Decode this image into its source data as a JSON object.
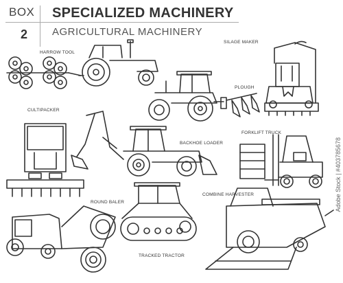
{
  "header": {
    "box_label": "BOX",
    "box_number": "2",
    "title": "SPECIALIZED MACHINERY",
    "subtitle": "AGRICULTURAL MACHINERY"
  },
  "labels": {
    "harrow_tool": "HARROW TOOL",
    "silage_maker": "SILAGE MAKER",
    "plough": "PLOUGH",
    "cultipacker": "CULTIPACKER",
    "backhoe_loader": "BACKHOE LOADER",
    "forklift_truck": "FORKLIFT TRUCK",
    "round_baler": "ROUND BALER",
    "combine_harvester": "COMBINE HARVESTER",
    "tracked_tractor": "TRACKED TRACTOR"
  },
  "watermark": "Adobe Stock | #403785678"
}
